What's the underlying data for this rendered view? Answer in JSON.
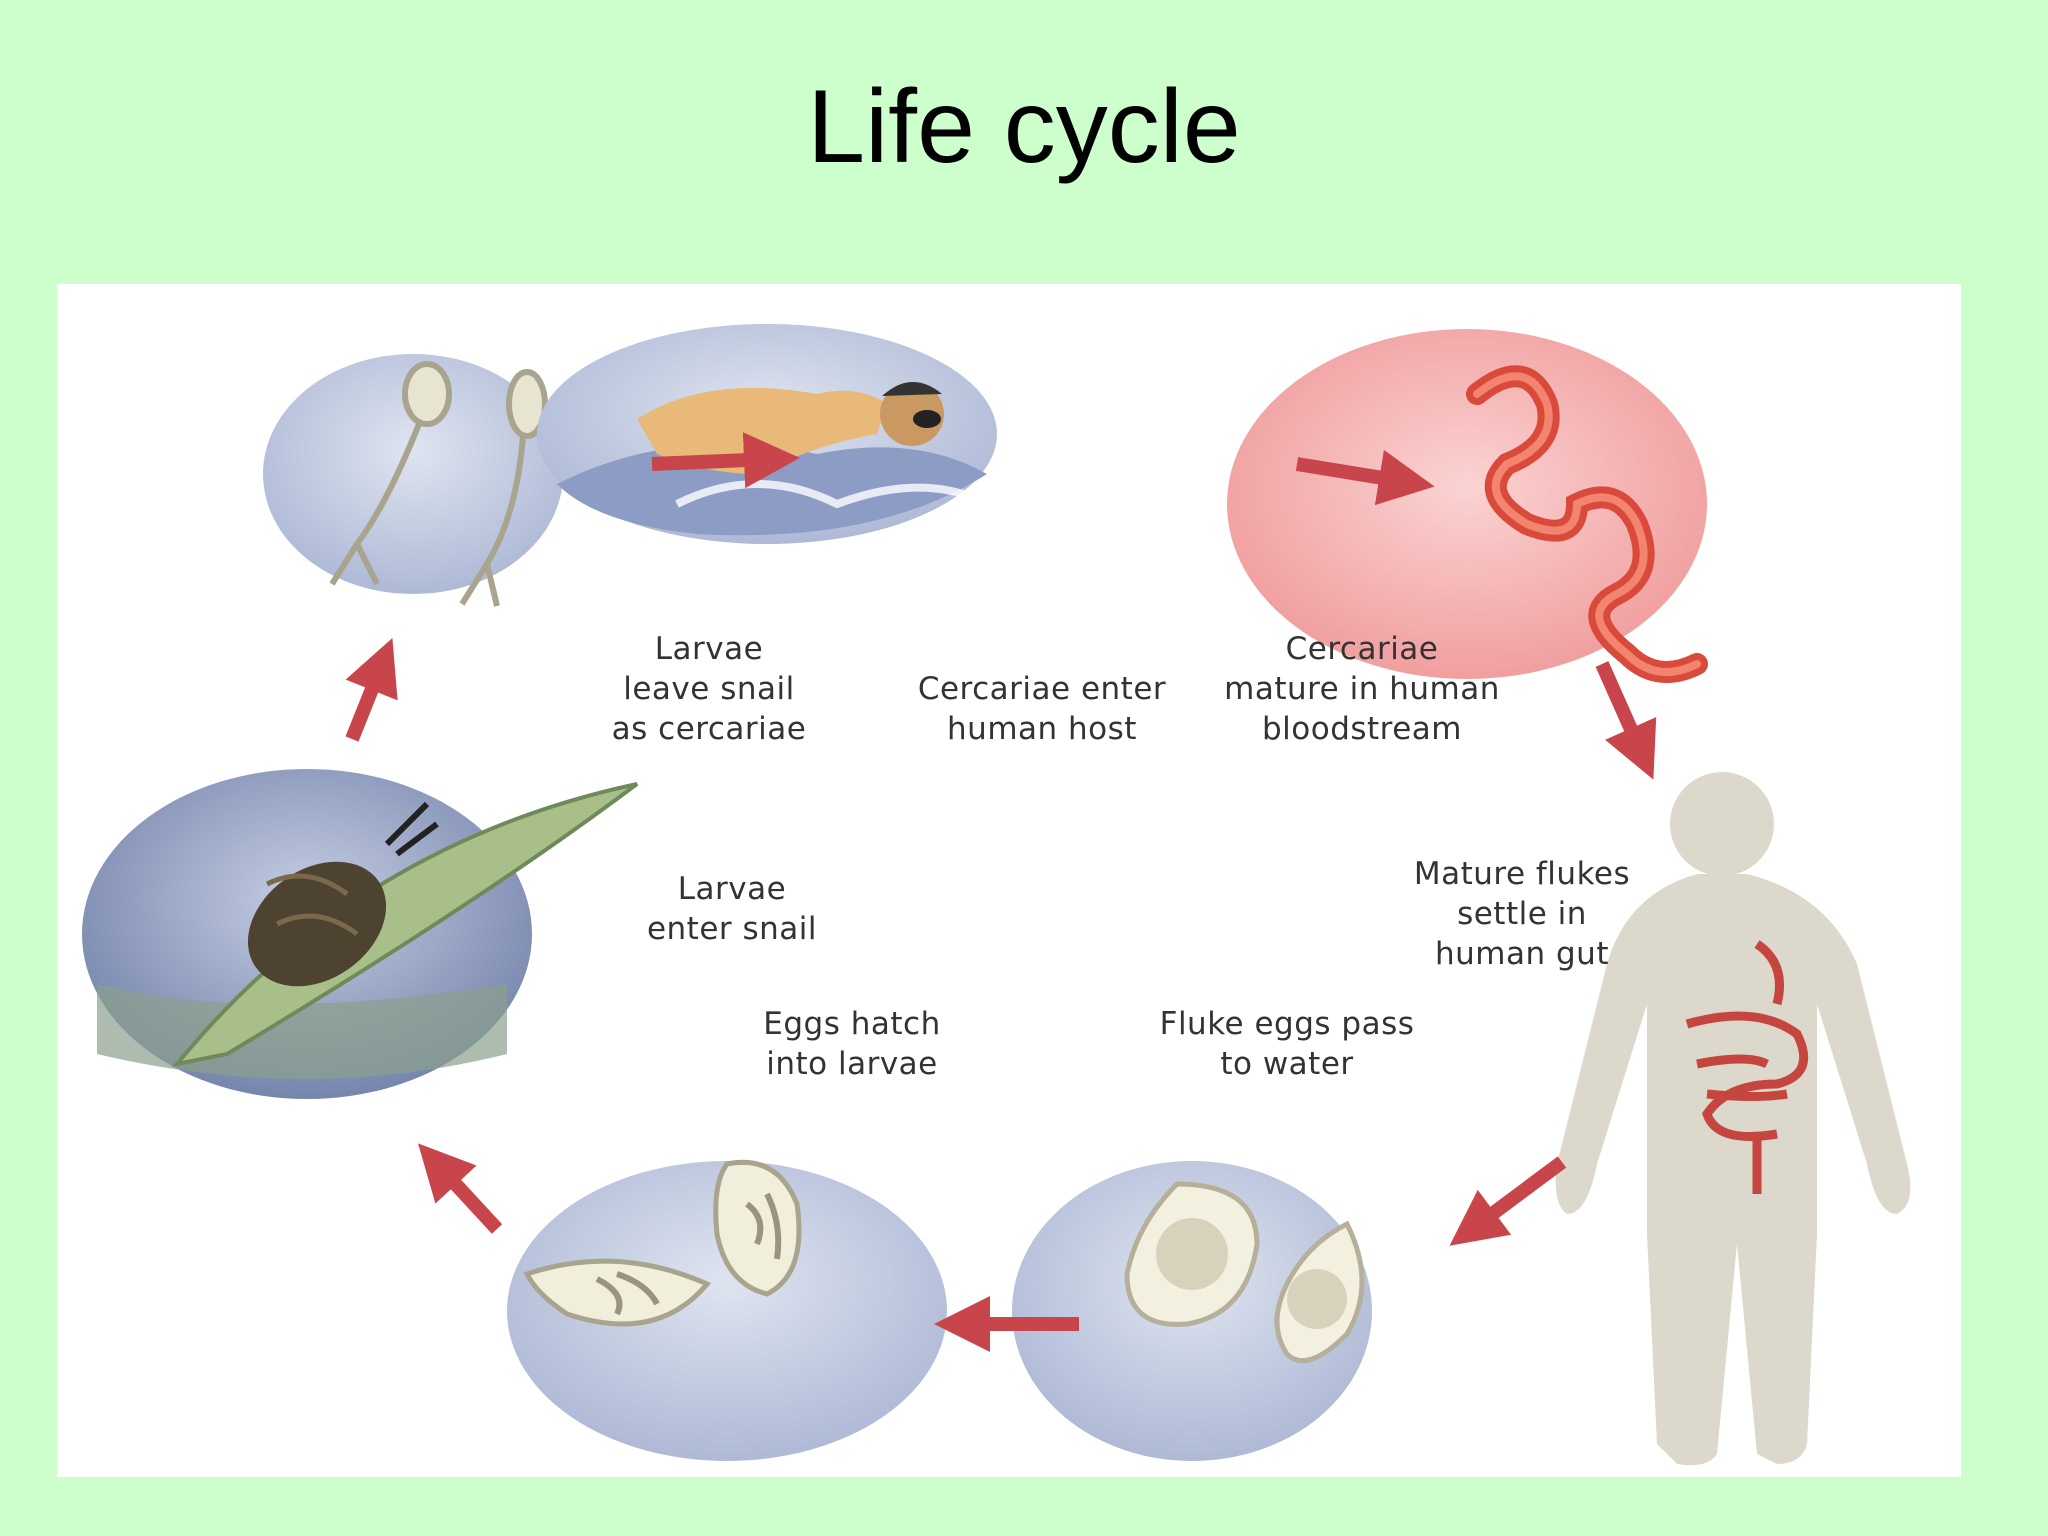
{
  "title": "Life cycle",
  "stages": [
    {
      "id": "larvae-leave-snail",
      "label": "Larvae\nleave snail\nas cercariae"
    },
    {
      "id": "cercariae-enter-human",
      "label": "Cercariae enter\nhuman host"
    },
    {
      "id": "cercariae-mature",
      "label": "Cercariae\nmature in human\nbloodstream"
    },
    {
      "id": "mature-flukes-settle",
      "label": "Mature flukes\nsettle in\nhuman gut"
    },
    {
      "id": "fluke-eggs-pass",
      "label": "Fluke eggs pass\nto water"
    },
    {
      "id": "eggs-hatch",
      "label": "Eggs hatch\ninto larvae"
    },
    {
      "id": "larvae-enter-snail",
      "label": "Larvae\nenter snail"
    }
  ],
  "colors": {
    "slide_background": "#ccffcc",
    "water_bubble": "#b9c3dc",
    "blood_bubble": "#f4a3a3",
    "arrow": "#c8464b",
    "worm": "#d94a3a",
    "human_silhouette": "#ddd8cc"
  }
}
